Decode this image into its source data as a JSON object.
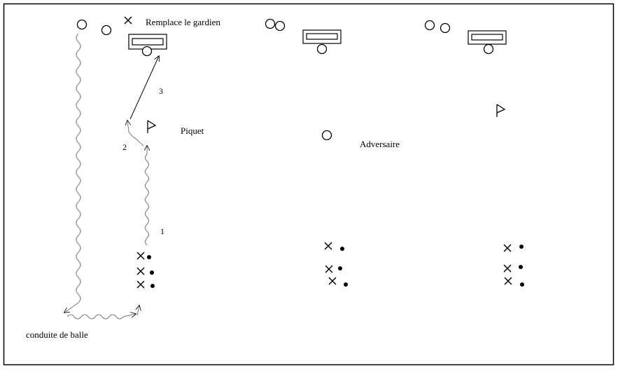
{
  "labels": {
    "keeper_replacement": "Remplace le gardien",
    "pole": "Piquet",
    "opponent": "Adversaire",
    "dribbling": "conduite de balle"
  },
  "steps": {
    "one": "1",
    "two": "2",
    "three": "3"
  },
  "icons": {
    "player": "x-mark",
    "ball": "filled-dot",
    "opponent": "circle",
    "goal": "goal-frame",
    "pole": "flag",
    "dribble_path": "wavy-line",
    "pass_path": "straight-arrow"
  }
}
